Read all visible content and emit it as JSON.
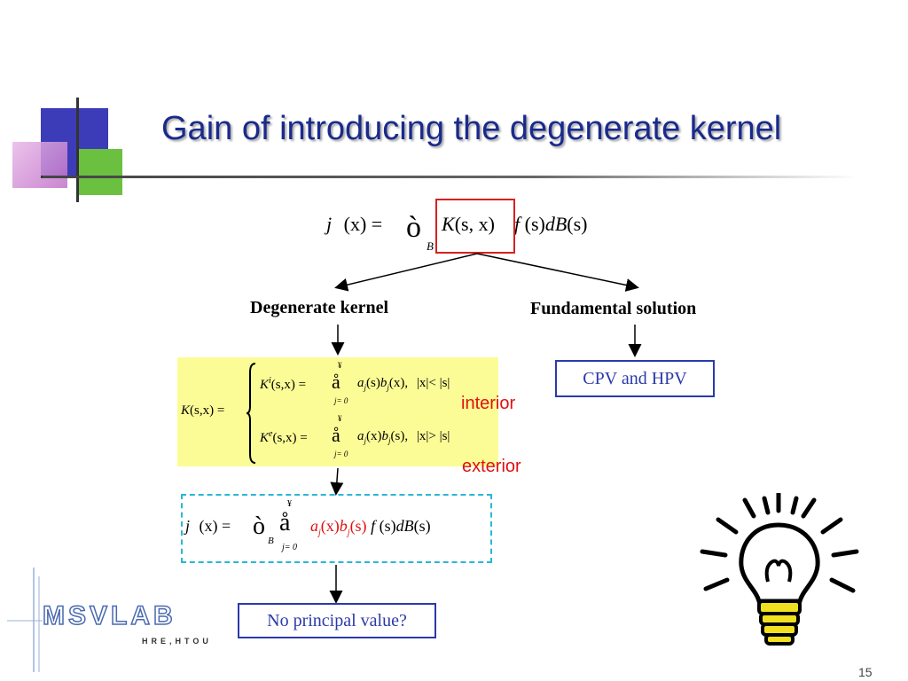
{
  "slide": {
    "title": "Gain of introducing the degenerate kernel",
    "page_number": "15"
  },
  "equation_top": {
    "lhs_phi": "j",
    "lhs_arg": "(x)",
    "eq": "=",
    "integral": "ò",
    "domain": "B",
    "kernel": "K",
    "kernel_args": "(s, x)",
    "psi": "f",
    "integrand_rest": "(s)",
    "dB": "dB",
    "dB_arg": "(s)"
  },
  "branches": {
    "left_label": "Degenerate kernel",
    "right_label": "Fundamental solution"
  },
  "degenerate_kernel": {
    "lhs": "K",
    "lhs_args": "(s,x) =",
    "interior": {
      "K": "K",
      "sup": "i",
      "args": "(s,x) =",
      "sum": "å",
      "sum_top": "¥",
      "sum_bottom": "j= 0",
      "a": "a",
      "a_sub": "j",
      "a_arg": "(s)",
      "b": "b",
      "b_sub": "j",
      "b_arg": "(x),",
      "cond": "|x|< |s|"
    },
    "exterior": {
      "K": "K",
      "sup": "e",
      "args": "(s,x) =",
      "sum": "å",
      "sum_top": "¥",
      "sum_bottom": "j= 0",
      "a": "a",
      "a_sub": "j",
      "a_arg": "(x)",
      "b": "b",
      "b_sub": "j",
      "b_arg": "(s),",
      "cond": "|x|> |s|"
    },
    "interior_label": "interior",
    "exterior_label": "exterior"
  },
  "cpv_box": "CPV and HPV",
  "equation_bottom": {
    "lhs_phi": "j",
    "lhs_arg": "(x) =",
    "integral": "ò",
    "domain": "B",
    "sum": "å",
    "sum_top": "¥",
    "sum_bottom": "j= 0",
    "a": "a",
    "a_sub": "j",
    "a_arg": "(x)",
    "b": "b",
    "b_sub": "j",
    "b_arg": "(s)",
    "psi": "f",
    "rest": "(s)",
    "dB": "dB",
    "dB_arg": "(s)"
  },
  "question_box": "No principal value?",
  "logo": {
    "name": "MSVLAB",
    "sub": "HRE,HTOU"
  },
  "colors": {
    "title": "#1a2a8c",
    "box_border_blue": "#2a3aaa",
    "highlight_red": "#d82020",
    "yellow_fill": "#fcfc96",
    "dashed_cyan": "#29b8d8"
  },
  "icons": [
    "lightbulb-icon"
  ]
}
